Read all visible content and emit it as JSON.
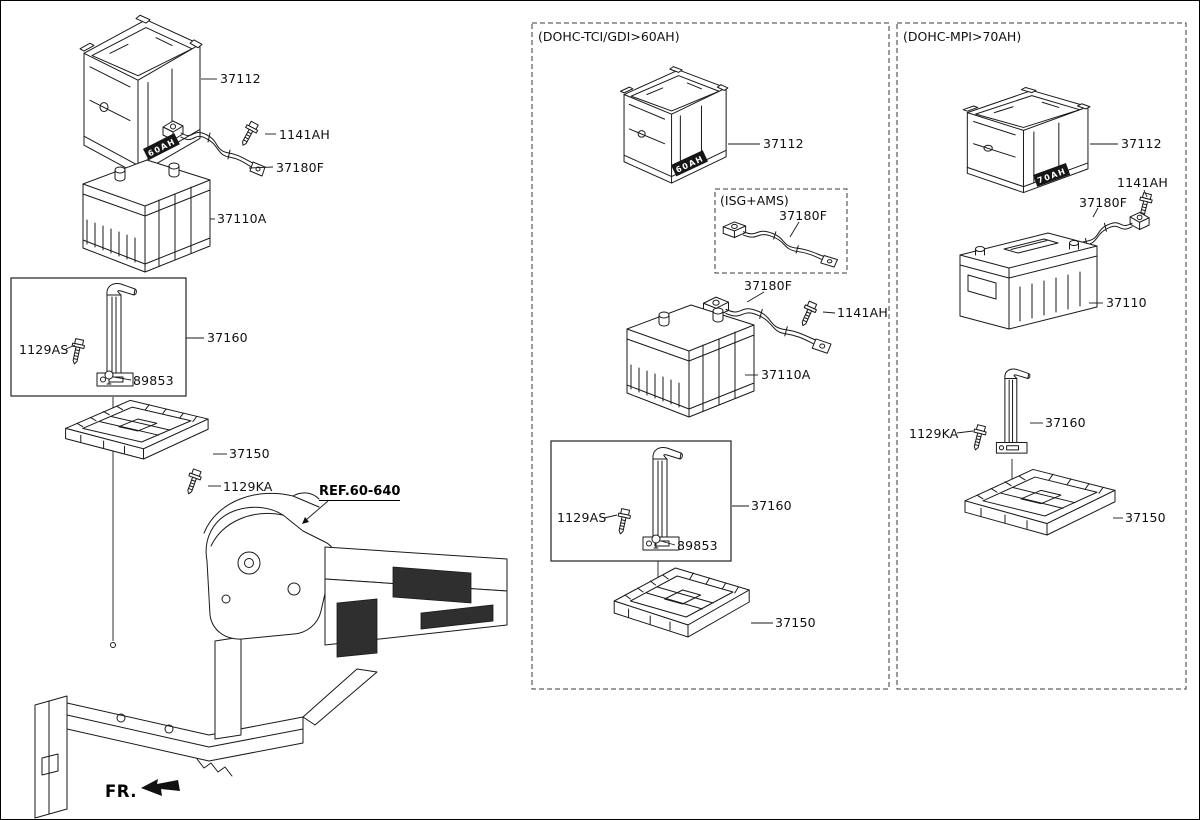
{
  "page": {
    "ref_label": "REF.60-640",
    "fr_label": "FR."
  },
  "left": {
    "parts": {
      "cover": "37112",
      "cable_bolt": "1141AH",
      "cable": "37180F",
      "battery": "37110A",
      "bracket_bolt": "1129AS",
      "bracket": "37160",
      "plug": "89853",
      "tray": "37150",
      "tray_bolt": "1129KA"
    },
    "cover_marking": "60AH"
  },
  "middle": {
    "title": "(DOHC-TCI/GDI>60AH)",
    "isg_title": "(ISG+AMS)",
    "parts": {
      "cover": "37112",
      "isg_cable": "37180F",
      "cable": "37180F",
      "cable_bolt": "1141AH",
      "battery": "37110A",
      "bracket_bolt": "1129AS",
      "bracket": "37160",
      "plug": "89853",
      "tray": "37150"
    },
    "cover_marking": "60AH"
  },
  "right": {
    "title": "(DOHC-MPI>70AH)",
    "parts": {
      "cover": "37112",
      "cable_bolt": "1141AH",
      "cable": "37180F",
      "battery": "37110",
      "bracket_bolt": "1129KA",
      "bracket": "37160",
      "tray": "37150"
    },
    "cover_marking": "70AH"
  },
  "colors": {
    "line": "#1a1a1a",
    "background": "#ffffff"
  }
}
